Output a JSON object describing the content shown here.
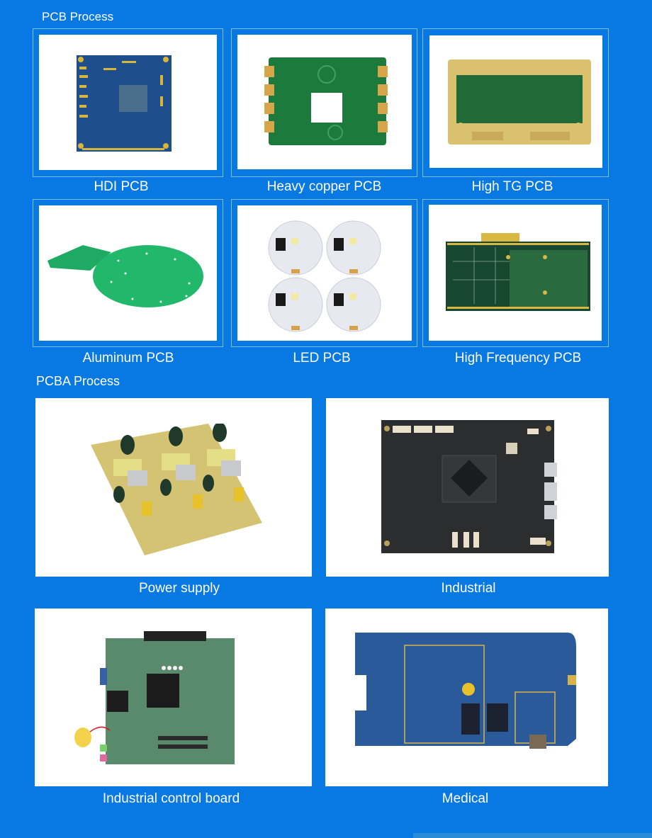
{
  "pcb_section": {
    "title": "PCB Process",
    "items": [
      {
        "label": "HDI PCB",
        "image": "hdi-pcb-board"
      },
      {
        "label": "Heavy copper PCB",
        "image": "heavy-copper-pcb-board"
      },
      {
        "label": "High TG PCB",
        "image": "high-tg-pcb-board"
      },
      {
        "label": "Aluminum PCB",
        "image": "aluminum-pcb-board"
      },
      {
        "label": "LED PCB",
        "image": "led-pcb-board"
      },
      {
        "label": "High Frequency PCB",
        "image": "high-frequency-pcb-board"
      }
    ]
  },
  "pcba_section": {
    "title": "PCBA Process",
    "items": [
      {
        "label": "Power supply",
        "image": "power-supply-pcba"
      },
      {
        "label": "Industrial",
        "image": "industrial-pcba"
      },
      {
        "label": "Industrial control board",
        "image": "industrial-control-board-pcba"
      },
      {
        "label": "Medical",
        "image": "medical-pcba"
      }
    ]
  },
  "colors": {
    "background": "#0878e2",
    "card_border": "#7fbdf0",
    "text": "#ffffff"
  }
}
